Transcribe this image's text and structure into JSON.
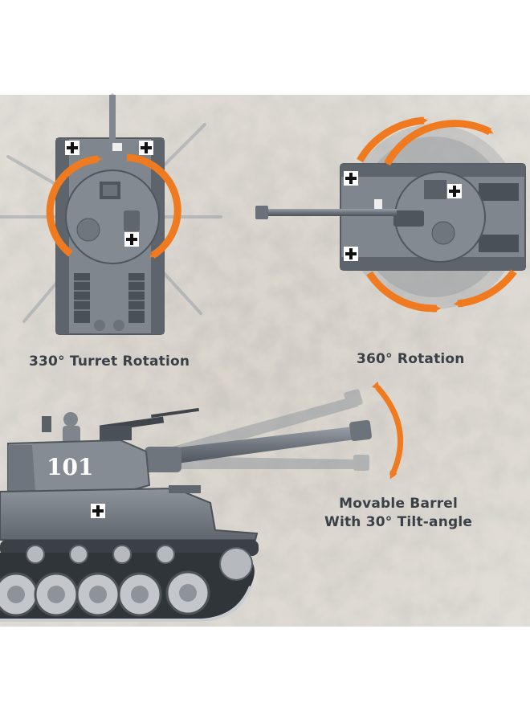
{
  "captions": {
    "turret_rotation": "330° Turret Rotation",
    "full_rotation": "360° Rotation",
    "barrel_line1": "Movable Barrel",
    "barrel_line2": "With 30° Tilt-angle"
  },
  "tank": {
    "hull_number": "101"
  },
  "colors": {
    "sand": "#d9d4cc",
    "tank_gray": "#7d848c",
    "tank_dark": "#4a5058",
    "arrow_orange": "#ef7a1f",
    "text": "#3a4047"
  },
  "icons": [
    "rotation-arrow-icon",
    "tilt-arrow-icon",
    "balkenkreuz-icon"
  ]
}
